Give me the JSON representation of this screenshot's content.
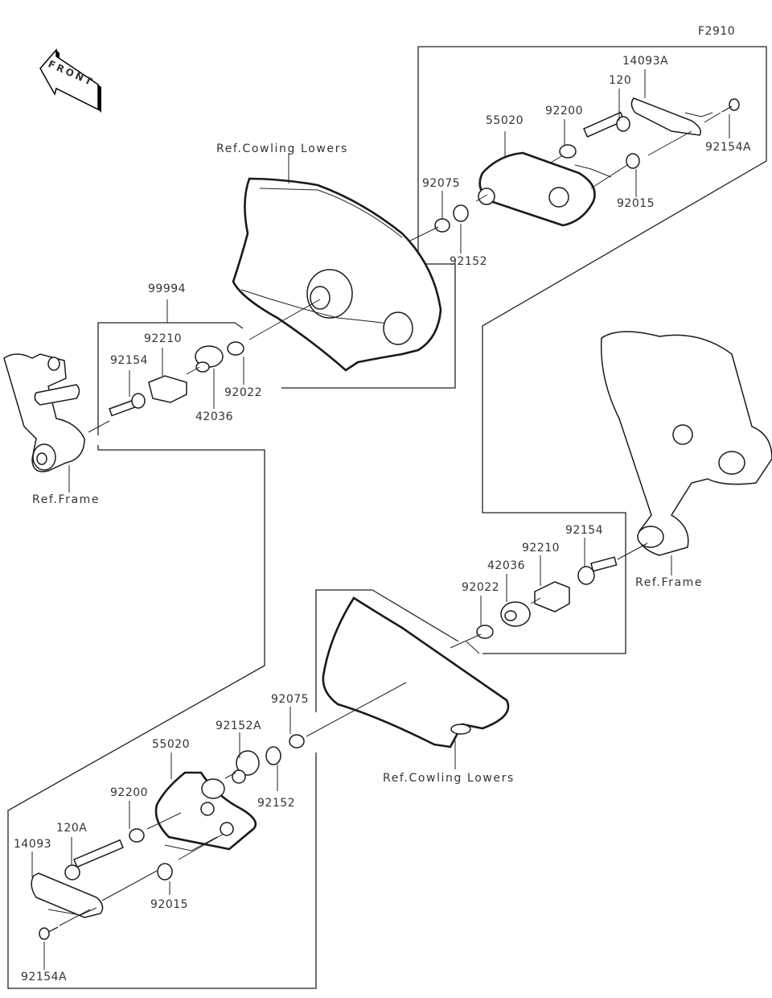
{
  "diagram": {
    "figure_code": "F2910",
    "front_indicator": "FRONT",
    "labels": {
      "ref_cowling_upper": "Ref.Cowling Lowers",
      "ref_cowling_lower": "Ref.Cowling Lowers",
      "ref_frame_left": "Ref.Frame",
      "ref_frame_right": "Ref.Frame"
    },
    "parts": {
      "upper_right": [
        {
          "id": "14093A"
        },
        {
          "id": "120"
        },
        {
          "id": "92200"
        },
        {
          "id": "55020"
        },
        {
          "id": "92154A"
        },
        {
          "id": "92075"
        },
        {
          "id": "92015"
        },
        {
          "id": "92152"
        }
      ],
      "left_mount": [
        {
          "id": "99994"
        },
        {
          "id": "92210"
        },
        {
          "id": "92154"
        },
        {
          "id": "92022"
        },
        {
          "id": "42036"
        }
      ],
      "right_mount": [
        {
          "id": "92154"
        },
        {
          "id": "92210"
        },
        {
          "id": "42036"
        },
        {
          "id": "92022"
        }
      ],
      "lower_left": [
        {
          "id": "92075"
        },
        {
          "id": "92152A"
        },
        {
          "id": "55020"
        },
        {
          "id": "92200"
        },
        {
          "id": "92152"
        },
        {
          "id": "120A"
        },
        {
          "id": "14093"
        },
        {
          "id": "92015"
        },
        {
          "id": "92154A"
        }
      ]
    }
  }
}
